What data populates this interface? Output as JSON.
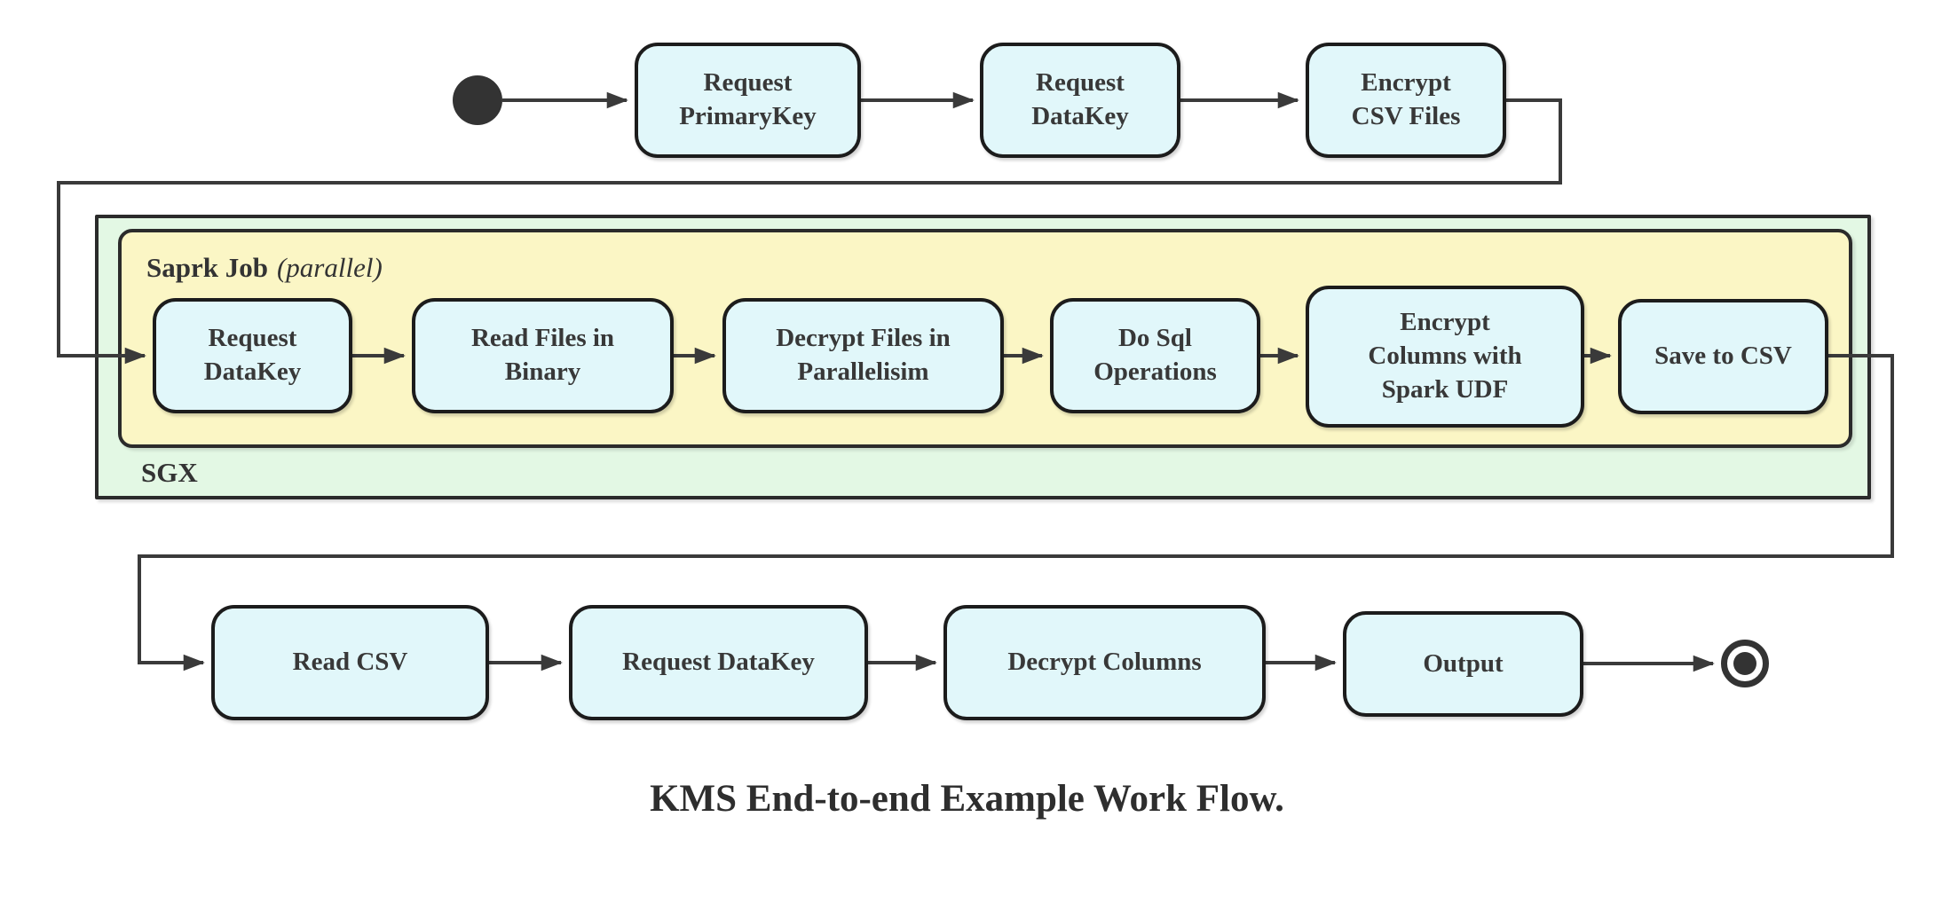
{
  "diagram": {
    "caption": "KMS End-to-end Example Work Flow.",
    "containers": {
      "sgx": {
        "label": "SGX"
      },
      "spark": {
        "title": "Saprk Job",
        "subtitle": "(parallel)"
      }
    },
    "nodes": {
      "top": [
        {
          "label": "Request\nPrimaryKey"
        },
        {
          "label": "Request\nDataKey"
        },
        {
          "label": "Encrypt\nCSV Files"
        }
      ],
      "middle": [
        {
          "label": "Request\nDataKey"
        },
        {
          "label": "Read Files in\nBinary"
        },
        {
          "label": "Decrypt Files in\nParallelisim"
        },
        {
          "label": "Do Sql\nOperations"
        },
        {
          "label": "Encrypt\nColumns with\nSpark UDF"
        },
        {
          "label": "Save to CSV"
        }
      ],
      "bottom": [
        {
          "label": "Read CSV"
        },
        {
          "label": "Request DataKey"
        },
        {
          "label": "Decrypt Columns"
        },
        {
          "label": "Output"
        }
      ]
    },
    "icons": {
      "start": "filled-circle",
      "end": "double-circle"
    },
    "colors": {
      "node_fill": "#e1f7fa",
      "spark_container_fill": "#fbf6c5",
      "sgx_container_fill": "#e3f8e4",
      "connector": "#3a3a3a",
      "node_border": "#1c1c1c"
    }
  }
}
